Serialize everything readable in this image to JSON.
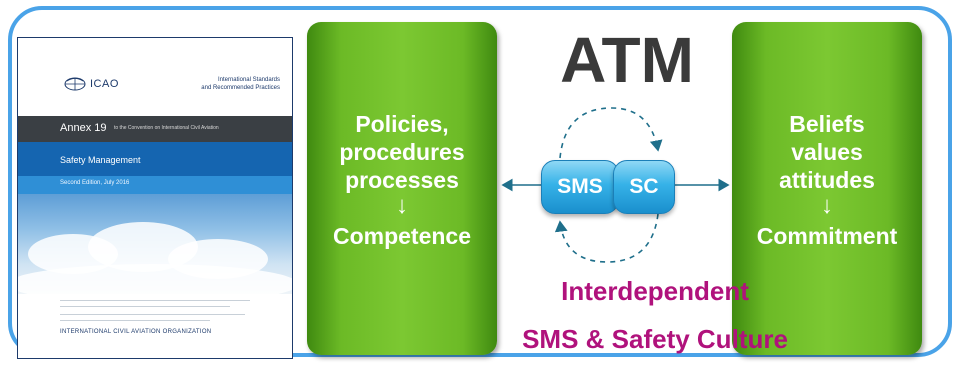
{
  "colors": {
    "frame": "#4aa3e8",
    "panel_green": "#7cc832",
    "accent_magenta": "#b0127c",
    "pill_blue": "#36b2e8",
    "atm_text": "#3a3a3a"
  },
  "document": {
    "org_short": "ICAO",
    "isarp_line1": "International Standards",
    "isarp_line2": "and Recommended Practices",
    "annex_title": "Annex 19",
    "annex_subtitle": "to the Convention on International Civil Aviation",
    "section_title": "Safety Management",
    "edition": "Second Edition, July 2016",
    "org_full": "INTERNATIONAL CIVIL AVIATION ORGANIZATION"
  },
  "left_panel": {
    "line1": "Policies,",
    "line2": "procedures",
    "line3": "processes",
    "arrow": "↓",
    "line4": "Competence"
  },
  "right_panel": {
    "line1": "Beliefs",
    "line2": "values",
    "line3": "attitudes",
    "arrow": "↓",
    "line4": "Commitment"
  },
  "center": {
    "title": "ATM",
    "pill_left": "SMS",
    "pill_right": "SC"
  },
  "caption": {
    "line1": "Interdependent",
    "line2": "SMS & Safety Culture"
  }
}
